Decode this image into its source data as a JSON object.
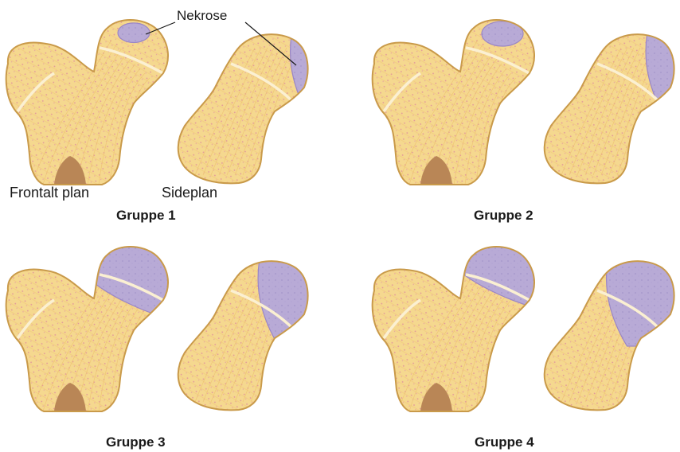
{
  "labels": {
    "necrosis": "Nekrose",
    "frontal_view": "Frontalt plan",
    "lateral_view": "Sideplan"
  },
  "groups": [
    {
      "title": "Gruppe 1",
      "necrosis_extent": 0.15
    },
    {
      "title": "Gruppe 2",
      "necrosis_extent": 0.3
    },
    {
      "title": "Gruppe 3",
      "necrosis_extent": 0.6
    },
    {
      "title": "Gruppe 4",
      "necrosis_extent": 0.85
    }
  ],
  "colors": {
    "bone_fill": "#f5d88f",
    "bone_outline": "#c99a4a",
    "trabecular_dots": "#e2969a",
    "growth_plate": "#fbf0d2",
    "necrosis_fill": "#b8aad6",
    "necrosis_outline": "#9a86c6",
    "marrow": "#b98656"
  }
}
